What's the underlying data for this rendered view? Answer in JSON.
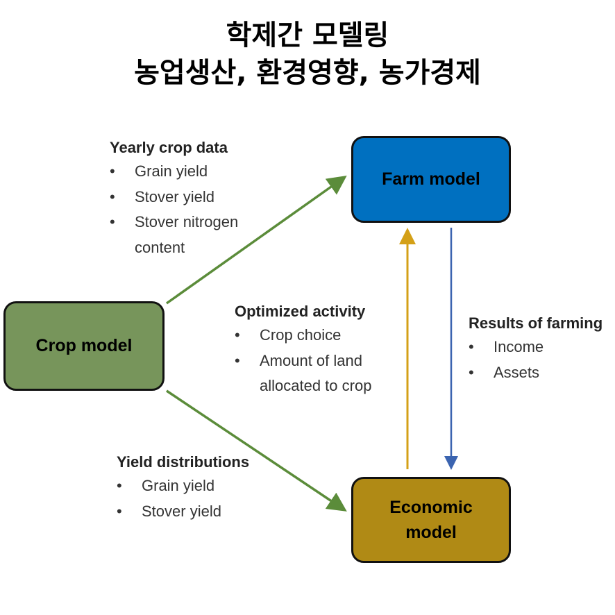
{
  "title": {
    "line1": "학제간 모델링",
    "line2": "농업생산, 환경영향, 농가경제"
  },
  "nodes": {
    "farm": "Farm model",
    "crop": "Crop model",
    "economic_line1": "Economic",
    "economic_line2": "model"
  },
  "colors": {
    "farm": "#0070C0",
    "crop": "#77955B",
    "economic": "#B08A15",
    "green_arrow": "#5B8C3A",
    "gold_arrow": "#D4A017",
    "blue_arrow": "#3B64B0"
  },
  "yearly": {
    "heading": "Yearly crop data",
    "items": [
      "Grain yield",
      "Stover yield",
      "Stover nitrogen"
    ],
    "cont": "content"
  },
  "optimized": {
    "heading": "Optimized activity",
    "items": [
      "Crop choice",
      "Amount of land"
    ],
    "cont": "allocated to crop"
  },
  "results": {
    "heading": "Results of farming",
    "items": [
      "Income",
      "Assets"
    ]
  },
  "yield": {
    "heading": "Yield distributions",
    "items": [
      "Grain yield",
      "Stover yield"
    ]
  },
  "bullet": "•"
}
